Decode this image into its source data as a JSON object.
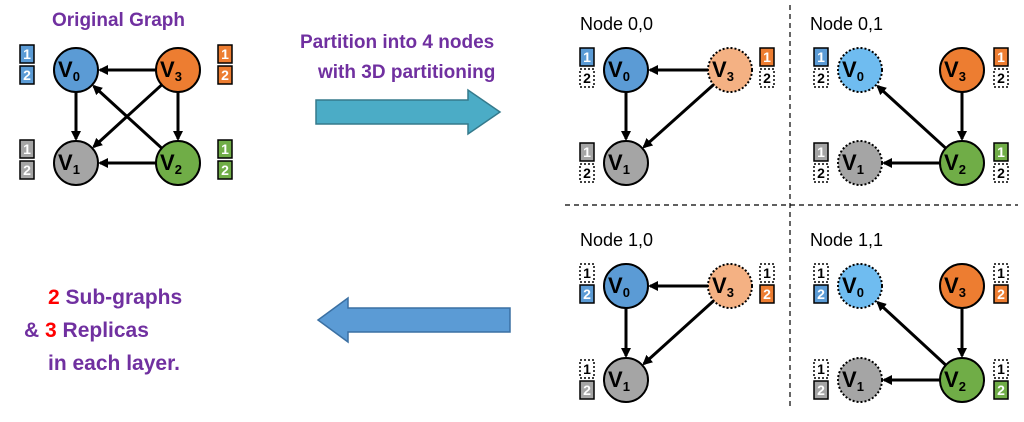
{
  "texts": {
    "original_title": "Original Graph",
    "partition_line1": "Partition into 4 nodes",
    "partition_line2": "with 3D partitioning",
    "node00": "Node 0,0",
    "node01": "Node 0,1",
    "node10": "Node 1,0",
    "node11": "Node 1,1",
    "summary1_num": "2",
    "summary1_rest": " Sub-graphs",
    "summary2_pre": "& ",
    "summary2_num": "3",
    "summary2_rest": " Replicas",
    "summary3": "in each layer."
  },
  "vertex_labels": {
    "v0": "V",
    "v1": "V",
    "v2": "V",
    "v3": "V"
  },
  "vertex_subs": {
    "v0": "0",
    "v1": "1",
    "v2": "2",
    "v3": "3"
  },
  "badge_labels": [
    "1",
    "2"
  ],
  "colors": {
    "v0": "#5b9bd5",
    "v0_light": "#6fbcf0",
    "v1": "#a5a5a5",
    "v2": "#70ad47",
    "v3": "#ed7d31",
    "v3_light": "#f4b183",
    "title_purple": "#7030a0",
    "red": "#ff0000",
    "arrow_teal": "#4bacc6",
    "arrow_blue": "#5b9bd5"
  }
}
